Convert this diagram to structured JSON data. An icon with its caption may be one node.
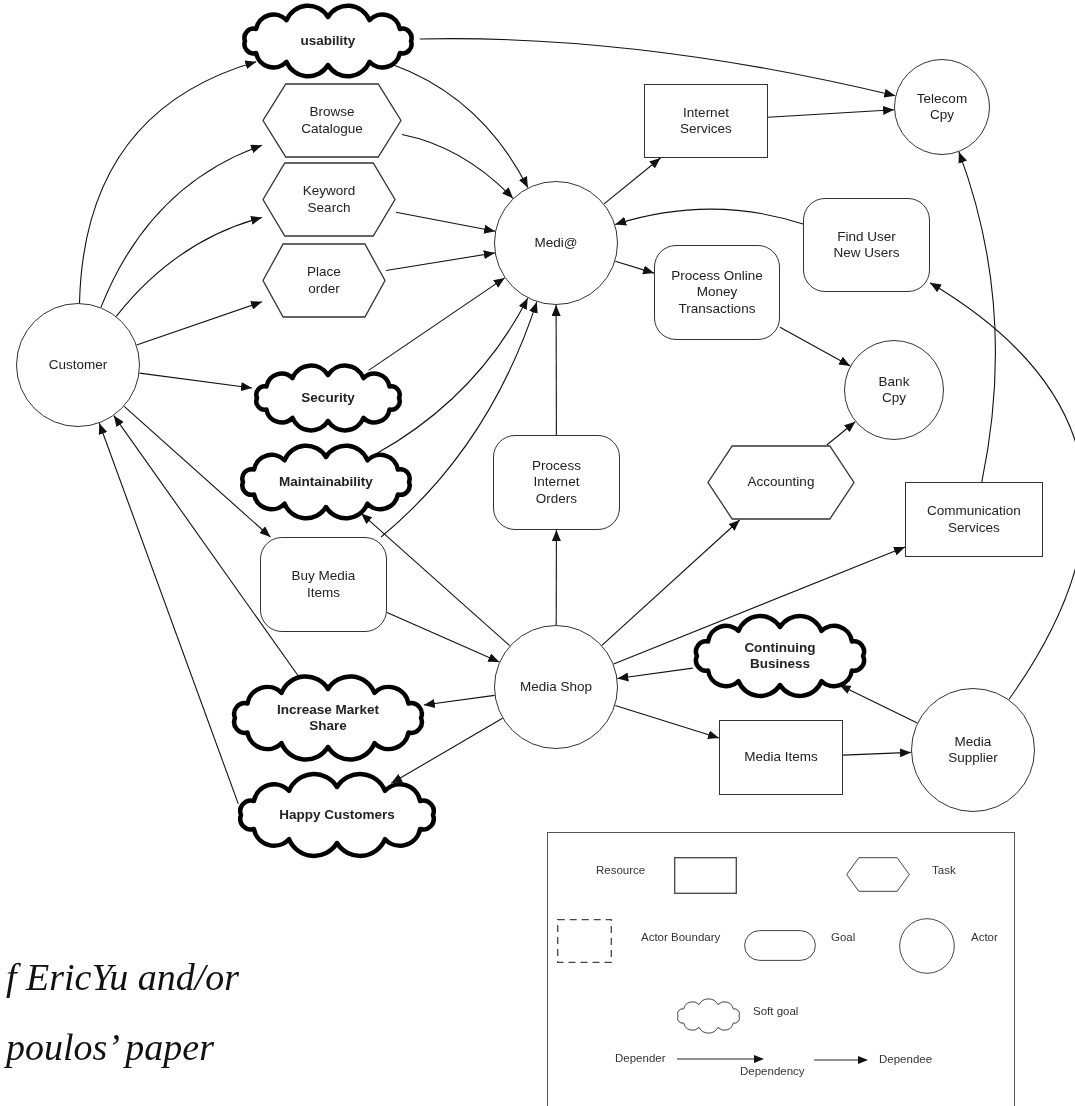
{
  "diagram": {
    "nodes": [
      {
        "text": [
          "Customer"
        ]
      },
      {
        "text": [
          "usability"
        ]
      },
      {
        "text": [
          "Browse Catalogue"
        ]
      },
      {
        "text": [
          "Keyword Search"
        ]
      },
      {
        "text": [
          "Place order"
        ]
      },
      {
        "text": [
          "Security"
        ]
      },
      {
        "text": [
          "Maintainability"
        ]
      },
      {
        "text": [
          "Buy Media Items"
        ]
      },
      {
        "text": [
          "Increase Market Share"
        ]
      },
      {
        "text": [
          "Happy Customers"
        ]
      },
      {
        "text": [
          "Medi@"
        ]
      },
      {
        "text": [
          "Internet Services"
        ]
      },
      {
        "text": [
          "Process Online Money Transactions"
        ]
      },
      {
        "text": [
          "Telecom Cpy"
        ]
      },
      {
        "text": [
          "Find User New Users"
        ]
      },
      {
        "text": [
          "Bank Cpy"
        ]
      },
      {
        "text": [
          "Process Internet Orders"
        ]
      },
      {
        "text": [
          "Accounting"
        ]
      },
      {
        "text": [
          "Communication Services"
        ]
      },
      {
        "text": [
          "Media Shop"
        ]
      },
      {
        "text": [
          "Continuing Business"
        ]
      },
      {
        "text": [
          "Media Items"
        ]
      },
      {
        "text": [
          "Media Supplier"
        ]
      }
    ],
    "edges": [
      {
        "from": 0,
        "to": 1,
        "arrow": "to"
      },
      {
        "from": 0,
        "to": 2,
        "arrow": "to"
      },
      {
        "from": 0,
        "to": 3,
        "arrow": "to"
      },
      {
        "from": 0,
        "to": 4,
        "arrow": "to"
      },
      {
        "from": 0,
        "to": 5,
        "arrow": "to"
      },
      {
        "from": 0,
        "to": 7,
        "arrow": "to"
      },
      {
        "from": 1,
        "to": 10,
        "arrow": "to"
      },
      {
        "from": 1,
        "to": 13,
        "arrow": "to"
      },
      {
        "from": 2,
        "to": 10,
        "arrow": "to"
      },
      {
        "from": 3,
        "to": 10,
        "arrow": "to"
      },
      {
        "from": 4,
        "to": 10,
        "arrow": "to"
      },
      {
        "from": 5,
        "to": 10,
        "arrow": "to"
      },
      {
        "from": 6,
        "to": 10,
        "arrow": "to"
      },
      {
        "from": 7,
        "to": 10,
        "arrow": "to"
      },
      {
        "from": 7,
        "to": 19,
        "arrow": "to"
      },
      {
        "from": 19,
        "to": 6,
        "arrow": "to"
      },
      {
        "from": 19,
        "to": 8,
        "arrow": "to"
      },
      {
        "from": 19,
        "to": 9,
        "arrow": "to"
      },
      {
        "from": 8,
        "to": 0,
        "arrow": "to"
      },
      {
        "from": 9,
        "to": 0,
        "arrow": "to"
      },
      {
        "from": 19,
        "to": 16,
        "arrow": "to"
      },
      {
        "from": 16,
        "to": 10,
        "arrow": "to"
      },
      {
        "from": 10,
        "to": 11,
        "arrow": "to"
      },
      {
        "from": 11,
        "to": 13,
        "arrow": "to"
      },
      {
        "from": 10,
        "to": 12,
        "arrow": "to"
      },
      {
        "from": 12,
        "to": 15,
        "arrow": "to"
      },
      {
        "from": 14,
        "to": 10,
        "arrow": "to"
      },
      {
        "from": 22,
        "to": 14,
        "arrow": "to"
      },
      {
        "from": 18,
        "to": 13,
        "arrow": "to"
      },
      {
        "from": 19,
        "to": 17,
        "arrow": "to"
      },
      {
        "from": 17,
        "to": 15,
        "arrow": "to"
      },
      {
        "from": 19,
        "to": 18,
        "arrow": "to"
      },
      {
        "from": 20,
        "to": 19,
        "arrow": "to"
      },
      {
        "from": 22,
        "to": 20,
        "arrow": "to"
      },
      {
        "from": 19,
        "to": 21,
        "arrow": "to"
      },
      {
        "from": 21,
        "to": 22,
        "arrow": "to"
      }
    ],
    "labels": [
      "f EricYu and/or",
      "poulos’ paper"
    ],
    "legend": [
      {
        "text": "Resource"
      },
      {
        "text": "Task"
      },
      {
        "text": "Actor Boundary"
      },
      {
        "text": "Goal"
      },
      {
        "text": "Actor"
      },
      {
        "text": "Soft goal"
      },
      {
        "text": "Depender"
      },
      {
        "text": "Dependency"
      },
      {
        "text": "Dependee"
      }
    ]
  }
}
